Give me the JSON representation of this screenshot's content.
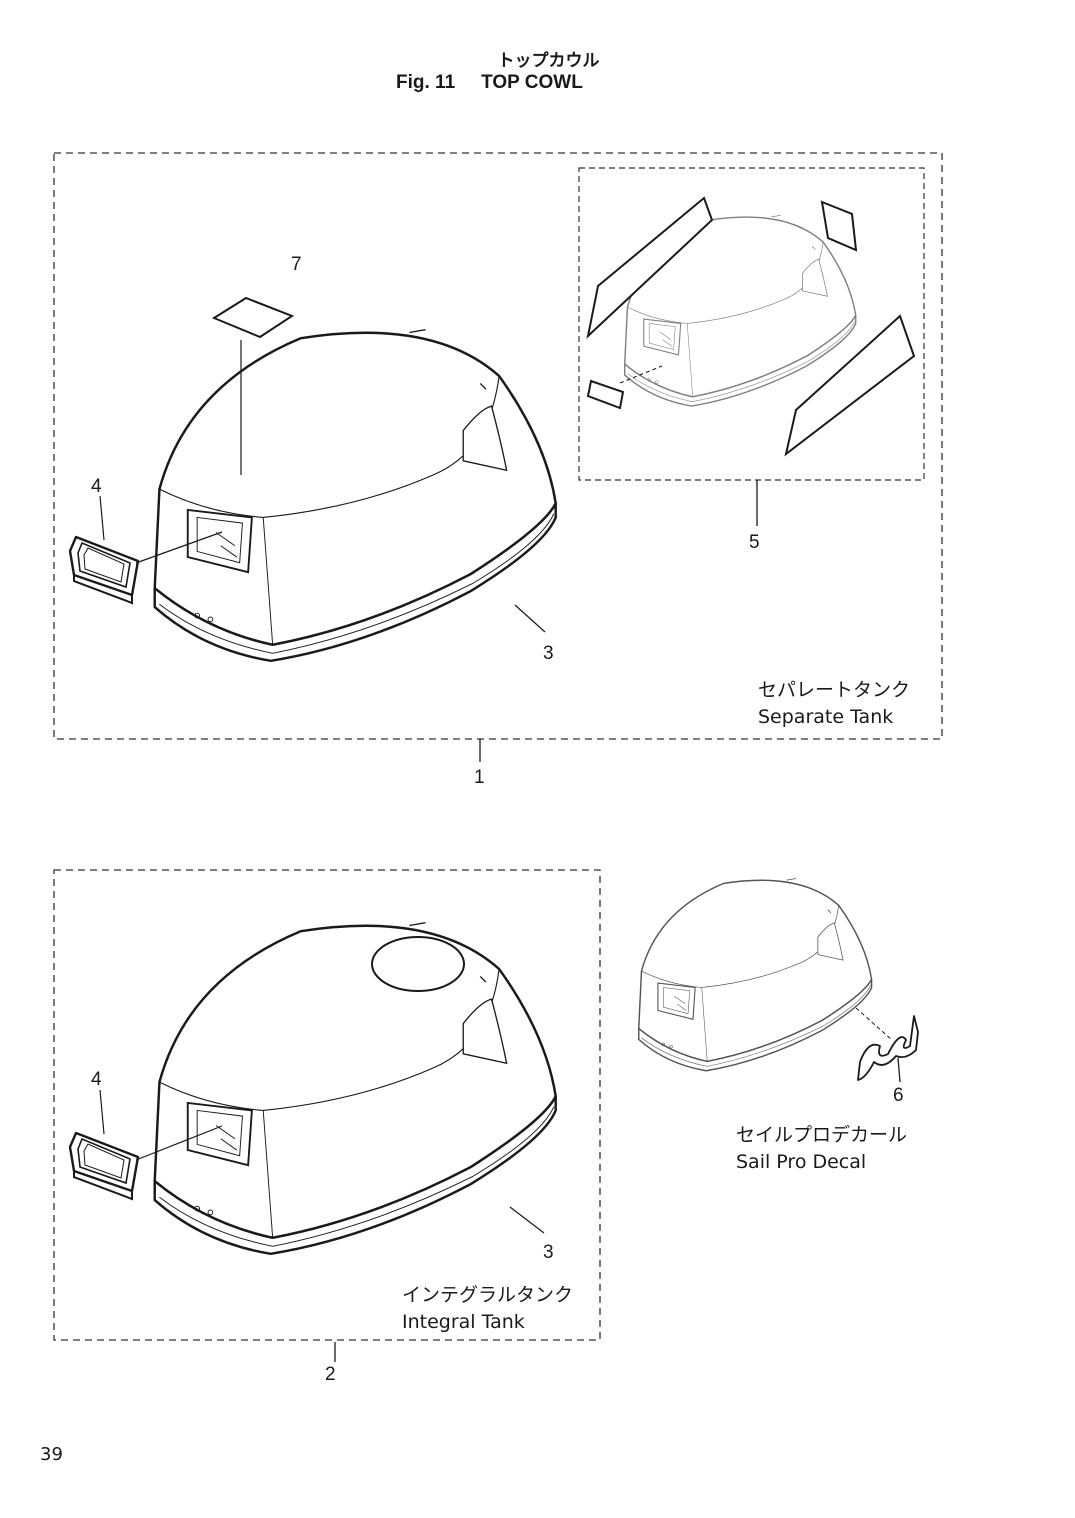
{
  "header": {
    "title_jp": "トップカウル",
    "fig_number": "Fig. 11",
    "title_en": "TOP COWL"
  },
  "callouts": {
    "item_1": "1",
    "item_2": "2",
    "item_3": "3",
    "item_4": "4",
    "item_5": "5",
    "item_6": "6",
    "item_7": "7"
  },
  "captions": {
    "separate_tank": {
      "jp": "セパレートタンク",
      "en": "Separate Tank"
    },
    "integral_tank": {
      "jp": "インテグラルタンク",
      "en": "Integral Tank"
    },
    "sail_pro_decal": {
      "jp": "セイルプロデカール",
      "en": "Sail Pro Decal"
    }
  },
  "page_number": "39"
}
